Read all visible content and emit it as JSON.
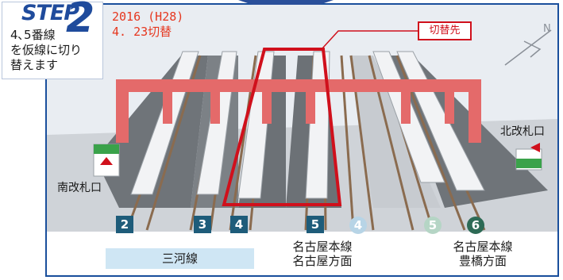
{
  "step": {
    "word": "STEP",
    "number": "2",
    "description": "4､5番線\nを仮線に切り\n替えます"
  },
  "date": {
    "text": "2016 (H28)\n4. 23切替"
  },
  "switch_label": "切替先",
  "gates": {
    "south": "南改札口",
    "north": "北改札口"
  },
  "tracks": [
    {
      "number": "2",
      "style": "square"
    },
    {
      "number": "3",
      "style": "square"
    },
    {
      "number": "4",
      "style": "square"
    },
    {
      "number": "5",
      "style": "square"
    },
    {
      "number": "4",
      "style": "circle-light"
    },
    {
      "number": "5",
      "style": "circle-light"
    },
    {
      "number": "6",
      "style": "circle-dark"
    }
  ],
  "lines": {
    "mikawa": "三河線",
    "nagoya_main_nagoya": "名古屋本線\n名古屋方面",
    "nagoya_main_toyohashi": "名古屋本線\n豊橋方面"
  },
  "colors": {
    "accent_red": "#d0101c",
    "navy": "#1a4f9c",
    "track_square": "#1e5c7a",
    "track_circle_dark": "#2d6a55"
  }
}
